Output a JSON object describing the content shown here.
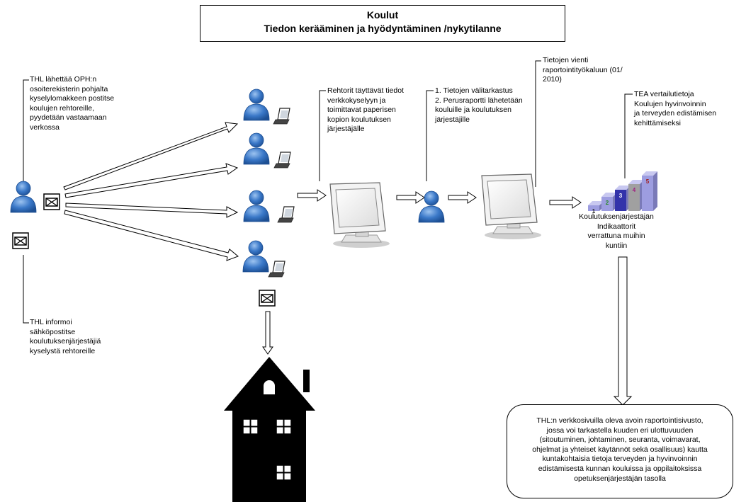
{
  "title": {
    "line1": "Koulut",
    "line2": "Tiedon kerääminen ja hyödyntäminen /nykytilanne"
  },
  "notes": {
    "thl_sends": [
      "THL lähettää OPH:n",
      "osoiterekisterin pohjalta",
      "kyselylomakkeen postitse",
      "koulujen rehtoreille,",
      "pyydetään vastaamaan",
      "verkossa"
    ],
    "thl_informs": [
      "THL informoi",
      "sähköpostitse",
      "koulutuksenjärjestäjiä",
      "kyselystä rehtoreille"
    ],
    "principals": [
      "Rehtorit täyttävät tiedot",
      "verkkokyselyyn ja",
      "toimittavat paperisen",
      "kopion koulutuksen",
      "järjestäjälle"
    ],
    "check": [
      "1. Tietojen välitarkastus",
      "2. Perusraportti lähetetään",
      "kouluille ja koulutuksen",
      "järjestäjille"
    ],
    "export": [
      "Tietojen vienti",
      "raportointityökaluun (01/",
      "2010)"
    ],
    "tea": [
      "TEA vertailutietoja",
      "Koulujen hyvinvoinnin",
      "ja terveyden edistämisen",
      "kehittämiseksi"
    ],
    "indicators": [
      "Koulutuksenjärjestäjän",
      "Indikaattorit",
      "verrattuna muihin",
      "kuntiin"
    ]
  },
  "bar_labels": [
    "1",
    "2",
    "3",
    "4",
    "5"
  ],
  "result_box": [
    "THL:n verkkosivuilla oleva avoin raportointisivusto,",
    "jossa voi tarkastella kuuden eri ulottuvuuden",
    "(sitoutuminen, johtaminen, seuranta, voimavarat,",
    "ohjelmat ja yhteiset käytännöt sekä osallisuus) kautta",
    "kuntakohtaisia tietoja terveyden ja hyvinvoinnin",
    "edistämisestä kunnan kouluissa ja oppilaitoksissa",
    "opetuksenjärjestäjän tasolla"
  ],
  "icons": [
    "person-icon",
    "laptop-icon",
    "envelope-icon",
    "monitor-icon",
    "house-icon",
    "bar-chart-icon"
  ],
  "colors": {
    "person_fill": "#3a78c8",
    "bar_fill_light": "#9d9de0",
    "bar_fill_dark": "#3333aa",
    "house_fill": "#000000"
  }
}
